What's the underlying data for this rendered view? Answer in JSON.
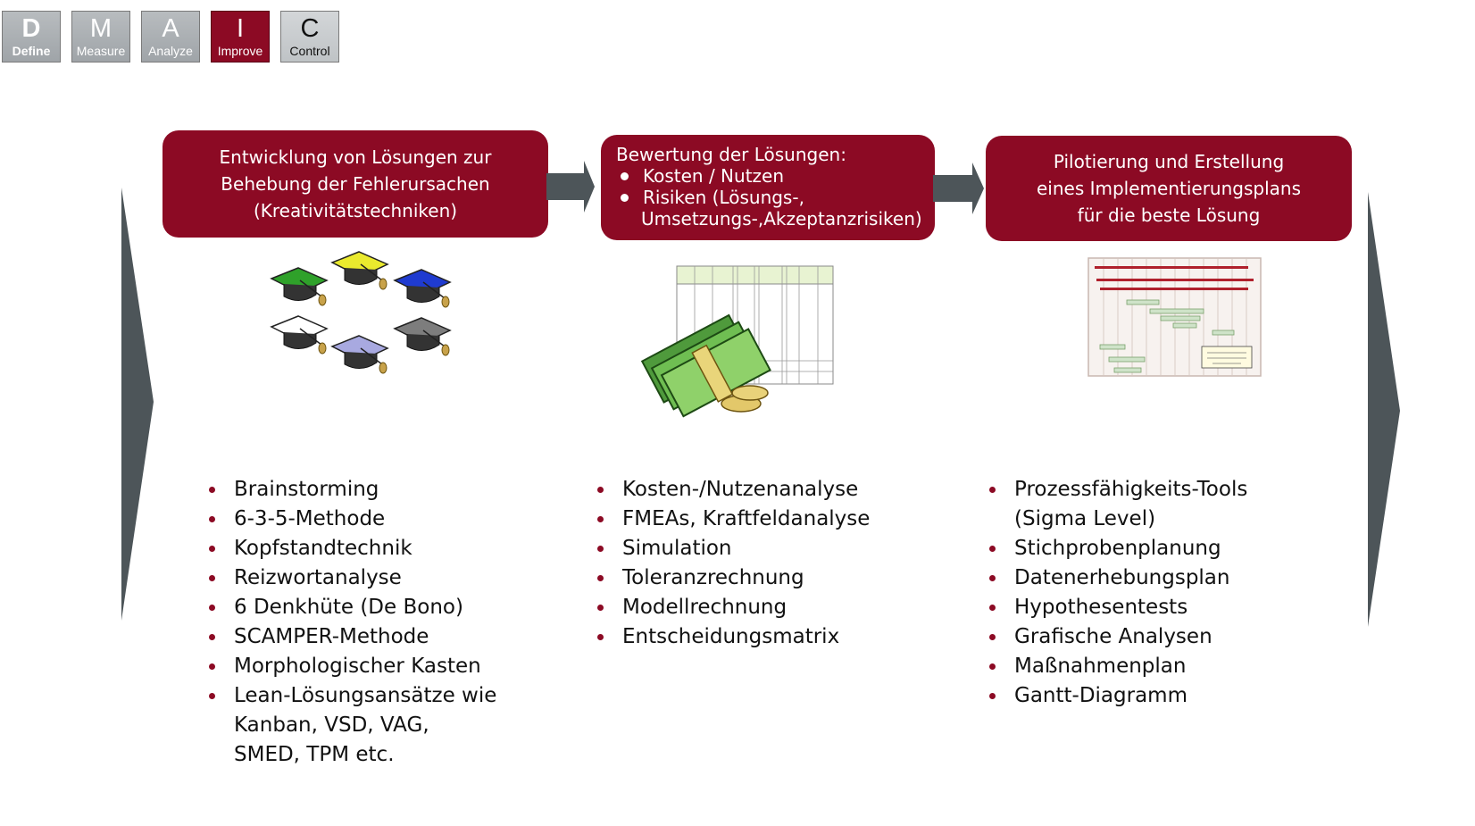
{
  "phases": [
    {
      "letter": "D",
      "name": "Define",
      "state": "inactive"
    },
    {
      "letter": "M",
      "name": "Measure",
      "state": "inactive"
    },
    {
      "letter": "A",
      "name": "Analyze",
      "state": "inactive"
    },
    {
      "letter": "I",
      "name": "Improve",
      "state": "active"
    },
    {
      "letter": "C",
      "name": "Control",
      "state": "inactive"
    }
  ],
  "colors": {
    "accent": "#8c0a24",
    "arrow": "#4d5559",
    "inactive_tab": "#a9adb1"
  },
  "steps": [
    {
      "lines": [
        "Entwicklung von Lösungen zur",
        "Behebung der Fehlerursachen",
        "(Kreativitätstechniken)"
      ]
    },
    {
      "title": "Bewertung der Lösungen:",
      "items": [
        "Kosten / Nutzen",
        "Risiken (Lösungs-,"
      ],
      "continuation": "Umsetzungs-,Akzeptanzrisiken)"
    },
    {
      "lines": [
        "Pilotierung und Erstellung",
        "eines Implementierungsplans",
        "für die beste Lösung"
      ]
    }
  ],
  "illustrations": [
    "graduation-caps-icon",
    "money-and-fmea-table-icon",
    "gantt-chart-icon"
  ],
  "lists": [
    {
      "items": [
        "Brainstorming",
        "6-3-5-Methode",
        "Kopfstandtechnik",
        "Reizwortanalyse",
        "6 Denkhüte (De Bono)",
        "SCAMPER-Methode",
        "Morphologischer  Kasten",
        "Lean-Lösungsansätze  wie"
      ],
      "continuation": [
        "Kanban, VSD, VAG,",
        "SMED, TPM etc."
      ]
    },
    {
      "items": [
        "Kosten-/Nutzenanalyse",
        "FMEAs, Kraftfeldanalyse",
        "Simulation",
        "Toleranzrechnung",
        "Modellrechnung",
        "Entscheidungsmatrix"
      ]
    },
    {
      "items": [
        "Prozessfähigkeits-Tools"
      ],
      "continuation": [
        "(Sigma Level)"
      ],
      "more_items": [
        "Stichprobenplanung",
        "Datenerhebungsplan",
        "Hypothesentests",
        "Grafische Analysen",
        "Maßnahmenplan",
        "Gantt-Diagramm"
      ]
    }
  ]
}
